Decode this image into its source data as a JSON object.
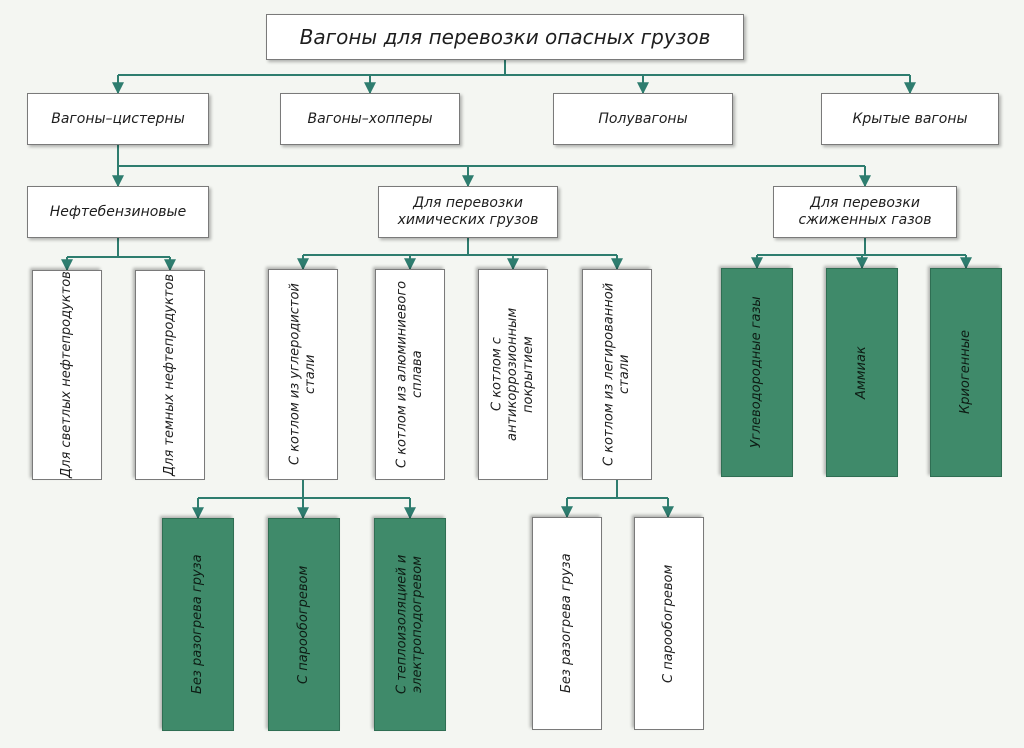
{
  "diagram": {
    "title": "Вагоны для перевозки опасных грузов",
    "categories": {
      "tank": "Вагоны–цистерны",
      "hopper": "Вагоны–хопперы",
      "gondola": "Полувагоны",
      "covered": "Крытые вагоны"
    },
    "tank_types": {
      "oil": "Нефтебензиновые",
      "chemical": "Для перевозки химических грузов",
      "gas": "Для перевозки сжиженных газов"
    },
    "oil_products": {
      "light": "Для светлых нефтепродуктов",
      "dark": "Для темных нефтепродуктов"
    },
    "chemical_boilers": {
      "carbon_steel": "С котлом из углеродистой стали",
      "aluminum": "С котлом из алюминиевого сплава",
      "anticorrosion": "С котлом с антикоррозионным покрытием",
      "alloy_steel": "С котлом из легированной стали"
    },
    "gas_types": {
      "hydrocarbon": "Углеводородные газы",
      "ammonia": "Аммиак",
      "cryogenic": "Криогенные"
    },
    "carbon_heating": {
      "none": "Без разогрева груза",
      "steam": "С парообогревом",
      "insulated_electric": "С теплоизоляцией и электроподогревом"
    },
    "alloy_heating": {
      "none": "Без разогрева груза",
      "steam": "С парообогревом"
    }
  },
  "colors": {
    "connector": "#2e7d6f",
    "highlight_fill": "#3f8a6a",
    "box_fill": "#ffffff"
  }
}
